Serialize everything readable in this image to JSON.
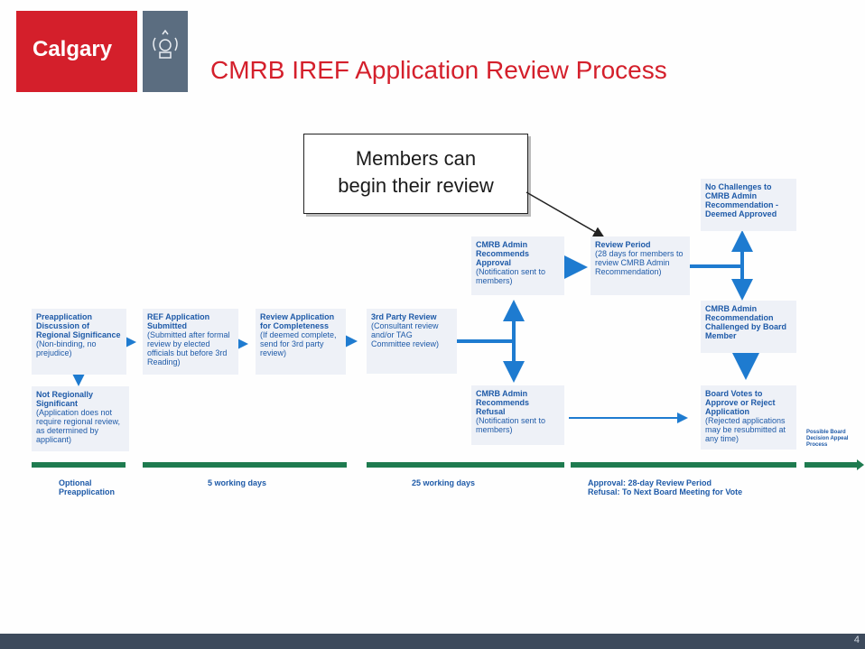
{
  "header": {
    "logo_text": "Calgary",
    "title": "CMRB IREF Application Review Process"
  },
  "callout": {
    "line1": "Members can",
    "line2": "begin their review"
  },
  "boxes": {
    "preapp": {
      "heading": "Preapplication Discussion of Regional Significance",
      "body": "(Non-binding, no prejudice)"
    },
    "not_sig": {
      "heading": "Not Regionally Significant",
      "body": "(Application does not require regional review, as determined by applicant)"
    },
    "submitted": {
      "heading": "REF Application Submitted",
      "body": "(Submitted after formal review by elected officials but before 3rd Reading)"
    },
    "completeness": {
      "heading": "Review Application for Completeness",
      "body": "(If deemed complete, send for 3rd party review)"
    },
    "third_party": {
      "heading": "3rd Party Review",
      "body": "(Consultant review and/or TAG Committee review)"
    },
    "approval": {
      "heading": "CMRB Admin Recommends Approval",
      "body": "(Notification sent to members)"
    },
    "refusal": {
      "heading": "CMRB Admin Recommends Refusal",
      "body": "(Notification sent to members)"
    },
    "review_period": {
      "heading": "Review Period",
      "body": "(28 days for members to review CMRB Admin Recommendation)"
    },
    "no_challenges": {
      "heading": "No Challenges to CMRB Admin Recommendation - Deemed Approved",
      "body": ""
    },
    "challenged": {
      "heading": "CMRB Admin Recommendation Challenged by Board Member",
      "body": ""
    },
    "board_votes": {
      "heading": "Board Votes to Approve or Reject Application",
      "body": "(Rejected applications may be resubmitted at any time)"
    },
    "appeal": {
      "text": "Possible Board Decision Appeal Process"
    }
  },
  "timeline": {
    "optional": "Optional Preapplication",
    "five_days": "5 working days",
    "twentyfive_days": "25 working days",
    "approval_line": "Approval:  28-day Review Period",
    "refusal_line": "Refusal: To Next Board Meeting for Vote"
  },
  "footer": {
    "page_number": "4"
  },
  "colors": {
    "brand_red": "#d41f2b",
    "arrow_blue": "#1e7bd0",
    "text_blue": "#1e5aa8",
    "timeline_green": "#1e7b4f"
  },
  "icons": {
    "crest": "calgary-crest-icon"
  }
}
